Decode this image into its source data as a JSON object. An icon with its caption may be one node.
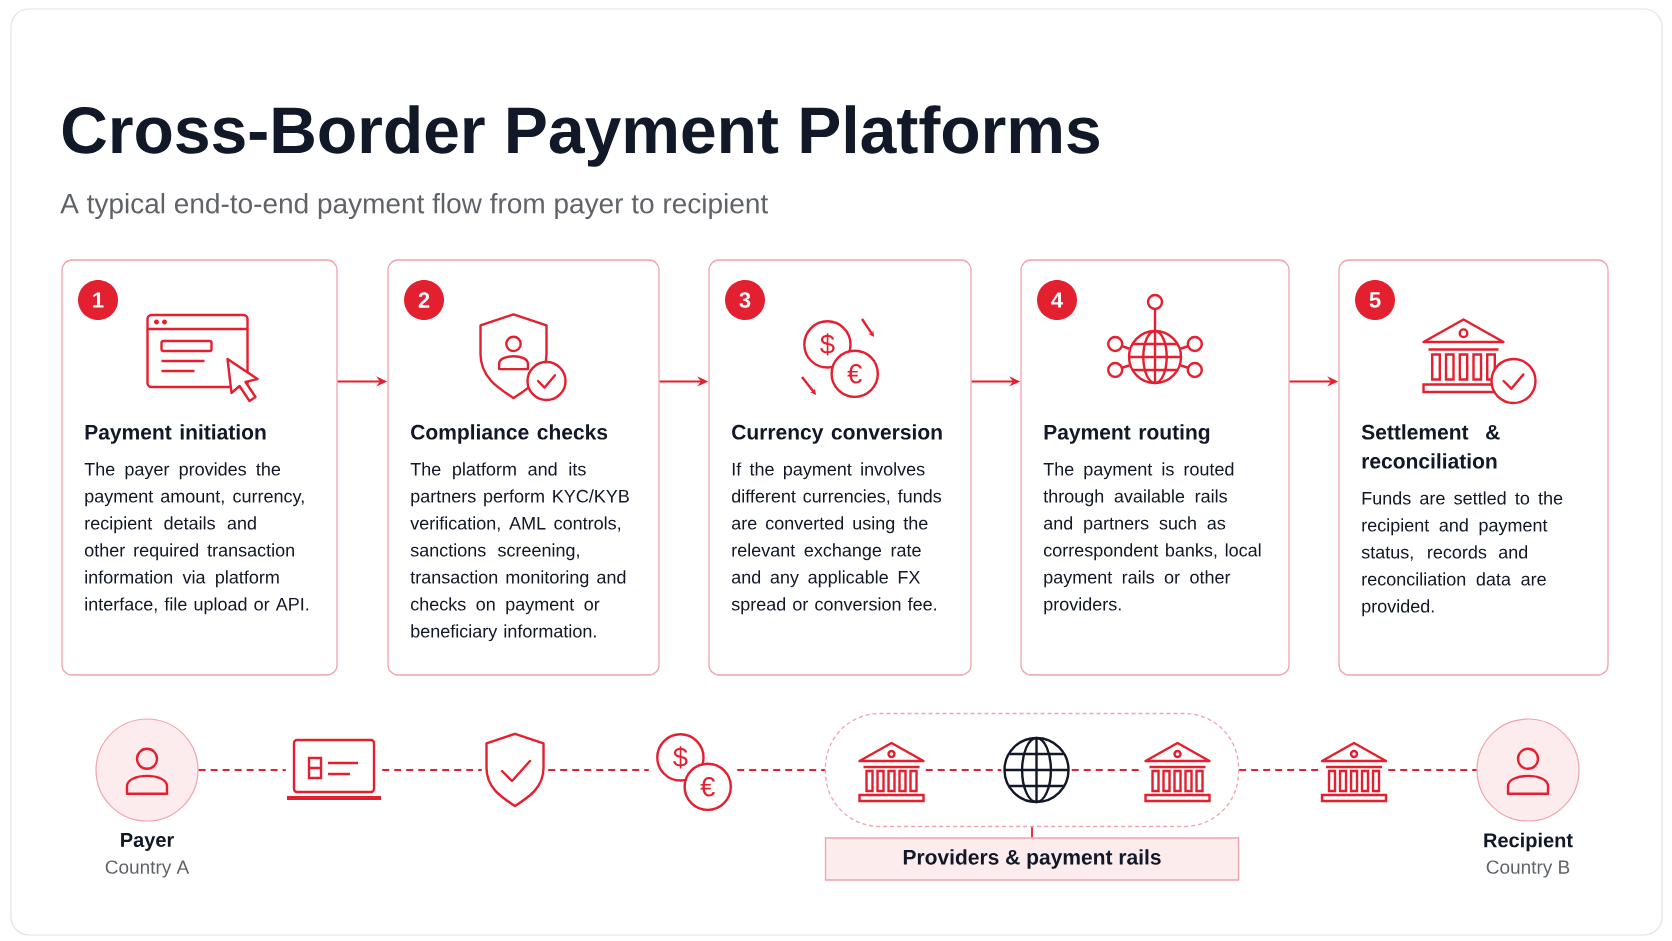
{
  "diagram": {
    "title": "Cross-Border Payment Platforms",
    "nodes": [
      {
        "text": [
          "Payment initiation",
          "The payer provides the payment amount, currency, recipient details and other required transaction information via platform interface, file upload or API."
        ]
      },
      {
        "text": [
          "1"
        ],
        "in": 0
      },
      {
        "text": [
          "Compliance checks",
          "The platform and its partners perform KYC/KYB verification, AML controls, sanctions screening, transaction monitoring and checks on payment or beneficiary information."
        ]
      },
      {
        "text": [
          "2"
        ],
        "in": 2
      },
      {
        "text": [
          "Currency conversion",
          "If the payment involves different currencies, funds are converted using the relevant exchange rate and any applicable FX spread or conversion fee."
        ]
      },
      {
        "text": [
          "3"
        ],
        "in": 4
      },
      {
        "text": [
          "Payment routing",
          "The payment is routed through available rails and partners such as correspondent banks, local payment rails or other providers."
        ]
      },
      {
        "text": [
          "4"
        ],
        "in": 6
      },
      {
        "text": [
          "Settlement & reconciliation",
          "Funds are settled to the recipient and payment status, records and reconciliation data are provided."
        ]
      },
      {
        "text": [
          "5"
        ],
        "in": 8
      },
      {
        "text": [
          "Payer",
          "Country A"
        ]
      },
      {
        "text": [],
        "shape": "picture"
      },
      {
        "text": [],
        "shape": "picture"
      },
      {
        "text": [],
        "shape": "picture"
      },
      {
        "text": [],
        "shape": "box"
      },
      {
        "text": [],
        "shape": "picture",
        "in": 14
      },
      {
        "text": [],
        "shape": "picture",
        "in": 14
      },
      {
        "text": [],
        "shape": "picture",
        "in": 14
      },
      {
        "text": [
          "Providers & payment rails"
        ]
      },
      {
        "text": [],
        "shape": "picture"
      },
      {
        "text": [
          "Recipient",
          "Country B"
        ]
      }
    ],
    "edges": [
      {
        "from": 0,
        "to": 2,
        "arrow": "to"
      },
      {
        "from": 2,
        "to": 4,
        "arrow": "to"
      },
      {
        "from": 4,
        "to": 6,
        "arrow": "to"
      },
      {
        "from": 6,
        "to": 8,
        "arrow": "to"
      },
      {
        "from": 10,
        "to": 11,
        "arrow": "none",
        "style": "dashed"
      },
      {
        "from": 11,
        "to": 12,
        "arrow": "none",
        "style": "dashed"
      },
      {
        "from": 12,
        "to": 13,
        "arrow": "none",
        "style": "dashed"
      },
      {
        "from": 13,
        "to": 14,
        "arrow": "none",
        "style": "dashed"
      },
      {
        "from": 15,
        "to": 16,
        "arrow": "none",
        "style": "dashed"
      },
      {
        "from": 16,
        "to": 17,
        "arrow": "none",
        "style": "dashed"
      },
      {
        "from": 14,
        "to": 19,
        "arrow": "none",
        "style": "dashed"
      },
      {
        "from": 19,
        "to": 20,
        "arrow": "none",
        "style": "dashed"
      },
      {
        "from": 18,
        "to": 14,
        "arrow": "none"
      }
    ],
    "labels": [
      "A typical end-to-end payment flow from payer to recipient",
      "$",
      "€",
      "$",
      "€"
    ]
  }
}
